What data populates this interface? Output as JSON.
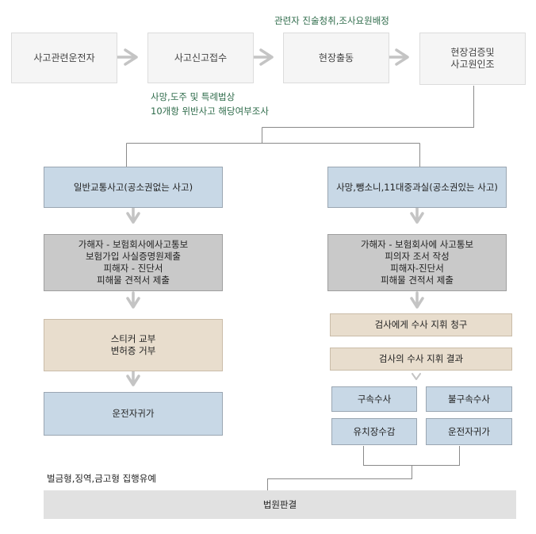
{
  "flow": {
    "top_steps": [
      "사고관련운전자",
      "사고신고접수",
      "현장출동",
      [
        "현장검증및",
        "사고원인조"
      ]
    ],
    "note_dispatch": "관련자 진술청취,조사요원배정",
    "note_report": [
      "사망,도주 및 특례법상",
      "10개항 위반사고 해당여부조사"
    ]
  },
  "left_branch": {
    "title": "일반교통사고(공소권없는 사고)",
    "steps": [
      [
        "가해자 - 보험회사에사고통보",
        "보험가입 사실증명원제출",
        "피해자 - 진단서",
        "피해물 견적서 제출"
      ],
      [
        "스티커 교부",
        "변허증 거부"
      ],
      [
        "운전자귀가"
      ]
    ]
  },
  "right_branch": {
    "title": "사망,뺑소니,11대중과실(공소권있는 사고)",
    "steps": [
      [
        "가해자 - 보험회사에 사고통보",
        "피의자 조서 작성",
        "피해자-진단서",
        "피해물 견적서 제출"
      ]
    ],
    "prosecutor_request": "검사에게 수사 지휘 청구",
    "prosecutor_result": "검사의 수사 지휘 결과",
    "outcomes": [
      "구속수사",
      "불구속수사",
      "유치장수감",
      "운전자귀가"
    ]
  },
  "penalty_note": "벌금형,징역,금고형 집행유예",
  "court": "법원판결",
  "colors": {
    "note_green": "#2e6b4a",
    "blue_box": "#c8d8e6",
    "grey_box": "#c9c9c9",
    "beige_box": "#e8ddcd",
    "arrow_grey": "#c4c4c4"
  }
}
